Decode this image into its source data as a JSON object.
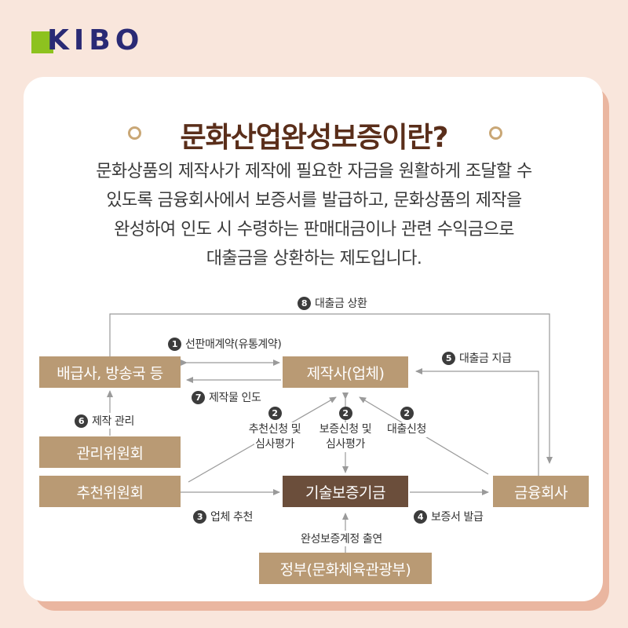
{
  "brand": {
    "logo_text": "KIBO"
  },
  "title": "문화산업완성보증이란?",
  "description": [
    "문화상품의 제작사가 제작에 필요한 자금을 원활하게 조달할 수",
    "있도록 금융회사에서 보증서를 발급하고, 문화상품의 제작을",
    "완성하여 인도 시 수령하는 판매대금이나 관련 수익금으로",
    "대출금을 상환하는 제도입니다."
  ],
  "nodes": {
    "distributor": "배급사, 방송국 등",
    "producer": "제작사(업체)",
    "management_committee": "관리위원회",
    "recommendation_committee": "추천위원회",
    "kibo": "기술보증기금",
    "financial_company": "금융회사",
    "government": "정부(문화체육관광부)"
  },
  "steps": {
    "s1": {
      "num": "1",
      "label": "선판매계약(유통계약)"
    },
    "s2a": {
      "num": "2",
      "label_line1": "추천신청 및",
      "label_line2": "심사평가"
    },
    "s2b": {
      "num": "2",
      "label_line1": "보증신청 및",
      "label_line2": "심사평가"
    },
    "s2c": {
      "num": "2",
      "label_line1": "대출신청"
    },
    "s3": {
      "num": "3",
      "label": "업체 추천"
    },
    "s4": {
      "num": "4",
      "label": "보증서 발급"
    },
    "s5": {
      "num": "5",
      "label": "대출금 지급"
    },
    "s6": {
      "num": "6",
      "label": "제작 관리"
    },
    "s7": {
      "num": "7",
      "label": "제작물 인도"
    },
    "s8": {
      "num": "8",
      "label": "대출금 상환"
    },
    "gov_contribution": "완성보증계정 출연"
  },
  "colors": {
    "box_tan": "#b99a74",
    "box_dark": "#6b4e3b",
    "title": "#5a2e1a",
    "background": "#f9e6dc"
  }
}
